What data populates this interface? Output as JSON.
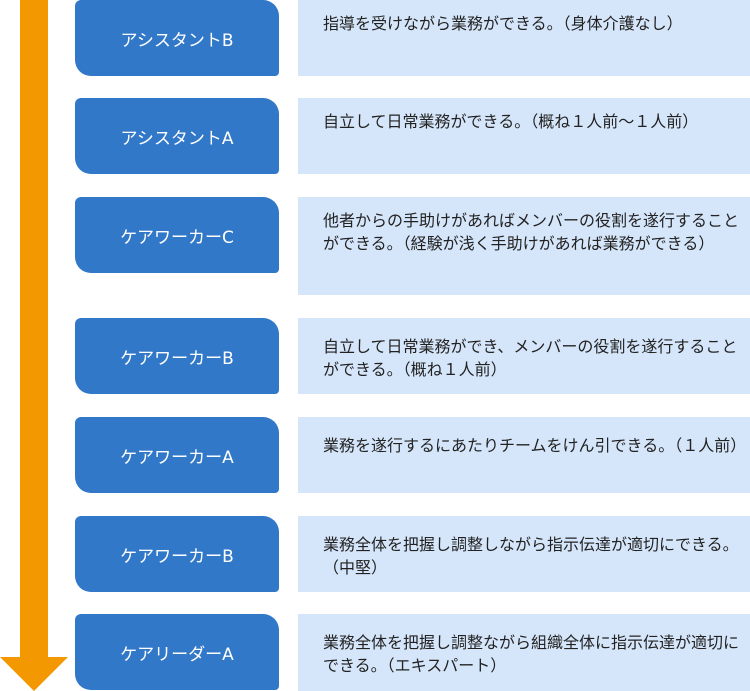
{
  "colors": {
    "arrow": "#F39800",
    "level": "#3278C8",
    "description": "#D6E6FA"
  },
  "rows": [
    {
      "level": "アシスタントB",
      "description": "指導を受けながら業務ができる。（身体介護なし）"
    },
    {
      "level": "アシスタントA",
      "description": "自立して日常業務ができる。（概ね１人前〜１人前）"
    },
    {
      "level": "ケアワーカーC",
      "description": "他者からの手助けがあればメンバーの役割を遂行することができる。（経験が浅く手助けがあれば業務ができる）"
    },
    {
      "level": "ケアワーカーB",
      "description": "自立して日常業務ができ、メンバーの役割を遂行することができる。（概ね１人前）"
    },
    {
      "level": "ケアワーカーA",
      "description": "業務を遂行するにあたりチームをけん引できる。（１人前）"
    },
    {
      "level": "ケアワーカーB",
      "description": "業務全体を把握し調整しながら指示伝達が適切にできる。（中堅）"
    },
    {
      "level": "ケアリーダーA",
      "description": "業務全体を把握し調整ながら組織全体に指示伝達が適切にできる。（エキスパート）"
    }
  ]
}
